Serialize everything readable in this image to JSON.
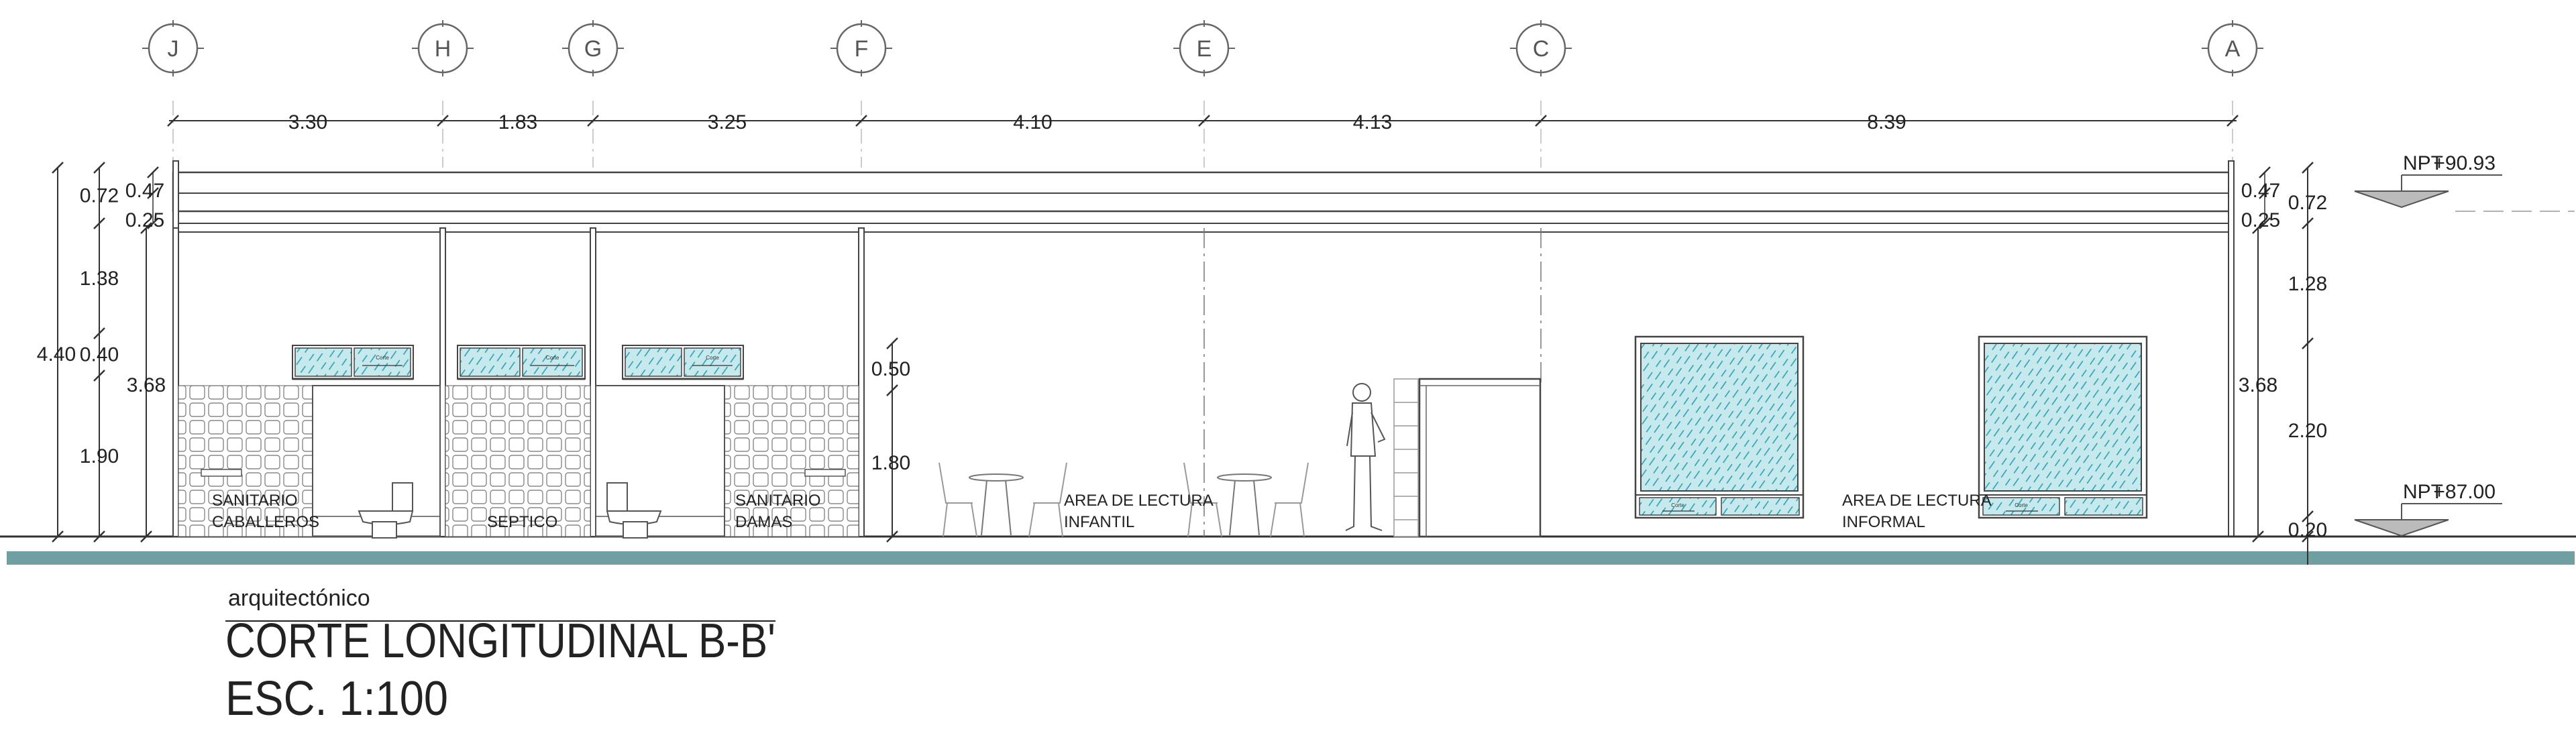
{
  "title": {
    "category": "arquitectónico",
    "name": "CORTE LONGITUDINAL B-B'",
    "scale": "ESC. 1:100"
  },
  "axes": [
    "J",
    "H",
    "G",
    "F",
    "E",
    "C",
    "A"
  ],
  "horizontal_dims": [
    "3.30",
    "1.83",
    "3.25",
    "4.10",
    "4.13",
    "8.39"
  ],
  "left_dims": {
    "total": "4.40",
    "clear": "3.68",
    "parts": [
      "0.72",
      "1.38",
      "0.40",
      "1.90"
    ],
    "slab": [
      "0.47",
      "0.25"
    ]
  },
  "right_dims": {
    "clear": "3.68",
    "parts": [
      "0.72",
      "1.28",
      "2.20",
      "0.20"
    ],
    "slab": [
      "0.47",
      "0.25"
    ]
  },
  "door_dims": [
    "0.50",
    "1.80"
  ],
  "levels": [
    {
      "label": "NPT",
      "value": "+90.93"
    },
    {
      "label": "NPT",
      "value": "+87.00"
    }
  ],
  "rooms": [
    {
      "lines": [
        "SANITARIO",
        "CABALLEROS"
      ]
    },
    {
      "lines": [
        "SEPTICO"
      ]
    },
    {
      "lines": [
        "SANITARIO",
        "DAMAS"
      ]
    },
    {
      "lines": [
        "AREA DE LECTURA",
        "INFANTIL"
      ]
    },
    {
      "lines": [
        "AREA DE LECTURA",
        "INFORMAL"
      ]
    }
  ],
  "window_tag": "Corte",
  "colors": {
    "line": "#444444",
    "glass": "#9ed6dc",
    "glass_hatch": "#3aa6b4",
    "ground_band": "#6f9fa1"
  }
}
